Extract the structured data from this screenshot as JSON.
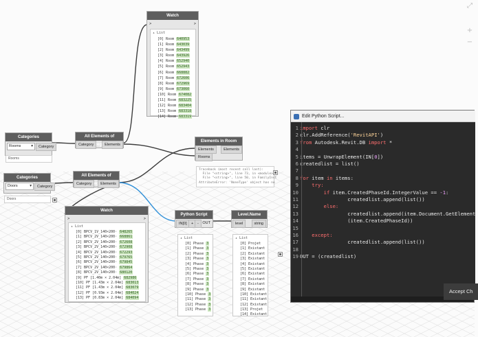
{
  "watch_top": {
    "title": "Watch",
    "in_label": ">",
    "out_label": ">",
    "root": "List",
    "rows": [
      {
        "idx": "[0] Room",
        "val": "640953"
      },
      {
        "idx": "[1] Room",
        "val": "643039"
      },
      {
        "idx": "[2] Room",
        "val": "643499"
      },
      {
        "idx": "[3] Room",
        "val": "643926"
      },
      {
        "idx": "[4] Room",
        "val": "652940"
      },
      {
        "idx": "[5] Room",
        "val": "652943"
      },
      {
        "idx": "[6] Room",
        "val": "668882"
      },
      {
        "idx": "[7] Room",
        "val": "672606"
      },
      {
        "idx": "[8] Room",
        "val": "672969"
      },
      {
        "idx": "[9] Room",
        "val": "673060"
      },
      {
        "idx": "[10] Room",
        "val": "674082"
      },
      {
        "idx": "[11] Room",
        "val": "683225"
      },
      {
        "idx": "[12] Room",
        "val": "683404"
      },
      {
        "idx": "[13] Room",
        "val": "683318"
      },
      {
        "idx": "[14] Room",
        "val": "683319"
      }
    ]
  },
  "categories_rooms": {
    "title": "Categories",
    "selected": "Rooms",
    "out_label": "Category",
    "preview": "Rooms"
  },
  "all_elements_1": {
    "title": "All Elements of Category",
    "in_label": "Category",
    "out_label": "Elements"
  },
  "elements_in_room": {
    "title": "Elements in Room",
    "in_elements": "Elements",
    "in_rooms": "Rooms",
    "out_label": "Elements",
    "error": "Traceback (most recent call last):\n  File \"<string>\", line 73, in <module>\n  File \"<string>\", line 50, in FamilyInst\nAttributeError: 'NoneType' object has no"
  },
  "categories_doors": {
    "title": "Categories",
    "selected": "Doors",
    "out_label": "Category",
    "preview": "Doors"
  },
  "all_elements_2": {
    "title": "All Elements of Category",
    "in_label": "Category",
    "out_label": "Elements"
  },
  "watch_bottom": {
    "title": "Watch",
    "in_label": ">",
    "out_label": ">",
    "root": "List",
    "rows": [
      {
        "idx": "[0] BPCV_1V_140×200·",
        "val": "648265"
      },
      {
        "idx": "[1] BPCV_2V_140×200·",
        "val": "668861"
      },
      {
        "idx": "[2] BPCV_2V_140×200·",
        "val": "672608"
      },
      {
        "idx": "[3] BPCV_2V_140×200·",
        "val": "672908"
      },
      {
        "idx": "[4] BPCV_2V_140×200·",
        "val": "672293"
      },
      {
        "idx": "[5] BPCV_2V_140×200·",
        "val": "679765"
      },
      {
        "idx": "[6] BPCV_2V_140×200·",
        "val": "679845"
      },
      {
        "idx": "[7] BPCV_2V_140×200·",
        "val": "679864"
      },
      {
        "idx": "[8] BPCV_2V_140×200·",
        "val": "680120"
      },
      {
        "idx": "[9] PF [1.40m × 2.04m]",
        "val": "682986"
      },
      {
        "idx": "[10] PF [1.43m × 2.04m]",
        "val": "683013"
      },
      {
        "idx": "[11] PF [1.43m × 2.04m]",
        "val": "683079"
      },
      {
        "idx": "[12] PF [0.93m × 2.04m]",
        "val": "684024"
      },
      {
        "idx": "[13] PF [0.83m × 2.04m]",
        "val": "684094"
      }
    ]
  },
  "python_script": {
    "title": "Python Script",
    "in_label": "IN[0]",
    "plus": "+",
    "minus": "-",
    "out_label": "OUT",
    "root": "List",
    "rows": [
      {
        "idx": "[0] Phase",
        "val": "3"
      },
      {
        "idx": "[1] Phase",
        "val": "3"
      },
      {
        "idx": "[2] Phase",
        "val": "3"
      },
      {
        "idx": "[3] Phase",
        "val": "3"
      },
      {
        "idx": "[4] Phase",
        "val": "3"
      },
      {
        "idx": "[5] Phase",
        "val": "3"
      },
      {
        "idx": "[6] Phase",
        "val": "3"
      },
      {
        "idx": "[7] Phase",
        "val": "3"
      },
      {
        "idx": "[8] Phase",
        "val": "3"
      },
      {
        "idx": "[9] Phase",
        "val": "3"
      },
      {
        "idx": "[10] Phase",
        "val": "3"
      },
      {
        "idx": "[11] Phase",
        "val": "3"
      },
      {
        "idx": "[12] Phase",
        "val": "3"
      },
      {
        "idx": "[13] Phase",
        "val": "3"
      }
    ]
  },
  "level_name": {
    "title": "Level.Name",
    "in_label": "level",
    "out_label": "string",
    "root": "List",
    "rows": [
      "[0] Projet",
      "[1] Existant",
      "[2] Existant",
      "[3] Existant",
      "[4] Existant",
      "[5] Existant",
      "[6] Existant",
      "[7] Existant",
      "[8] Existant",
      "[9] Existant",
      "[10] Existant",
      "[11] Existant",
      "[12] Existant",
      "[13] Projet",
      "[14] Existant"
    ]
  },
  "editor": {
    "title": "Edit Python Script...",
    "accept_label": "Accept Ch",
    "lines": [
      {
        "n": "1",
        "kw": "import",
        "rest": " clr"
      },
      {
        "n": "2",
        "kw": "",
        "rest": "clr.AddReference(",
        "str": "'RevitAPI'",
        "after": ")"
      },
      {
        "n": "3",
        "kw": "from",
        "rest": " Autodesk.Revit.DB ",
        "kw2": "import",
        "after2": " *"
      },
      {
        "n": "4",
        "kw": "",
        "rest": ""
      },
      {
        "n": "5",
        "kw": "",
        "rest": "items = UnwrapElement(IN[",
        "num": "0",
        "after": "])"
      },
      {
        "n": "6",
        "kw": "",
        "rest": "createdlist = list()"
      },
      {
        "n": "7",
        "kw": "",
        "rest": ""
      },
      {
        "n": "8",
        "kw": "for",
        "rest": " item ",
        "kw2": "in",
        "after2": " items:"
      },
      {
        "n": "9",
        "kw": "    try:",
        "rest": ""
      },
      {
        "n": "10",
        "kw": "        if",
        "rest": " item.CreatedPhaseId.IntegerValue == ",
        "num": "-1",
        "after": ":"
      },
      {
        "n": "11",
        "kw": "",
        "rest": "                createdlist.append(list())"
      },
      {
        "n": "12",
        "kw": "        else:",
        "rest": ""
      },
      {
        "n": "13",
        "kw": "",
        "rest": "                createdlist.append(item.Document.GetElement"
      },
      {
        "n": "14",
        "kw": "",
        "rest": "                (item.CreatedPhaseId))"
      },
      {
        "n": "15",
        "kw": "",
        "rest": ""
      },
      {
        "n": "16",
        "kw": "    except:",
        "rest": ""
      },
      {
        "n": "17",
        "kw": "",
        "rest": "                createdlist.append(list())"
      },
      {
        "n": "18",
        "kw": "",
        "rest": ""
      },
      {
        "n": "19",
        "kw": "",
        "rest": "OUT = (createdlist)"
      }
    ]
  },
  "toolbar": {
    "zoom_in": "+",
    "zoom_out": "−",
    "fit": "⤢"
  },
  "colors": {
    "wire_grey": "#3c3c3c",
    "wire_blue": "#2f8fd8",
    "node_header": "#5e5e5e",
    "value_bg": "#cfe8c2",
    "editor_bg": "#2a2a2a",
    "keyword": "#ff6f6f",
    "string": "#ffd59a"
  }
}
